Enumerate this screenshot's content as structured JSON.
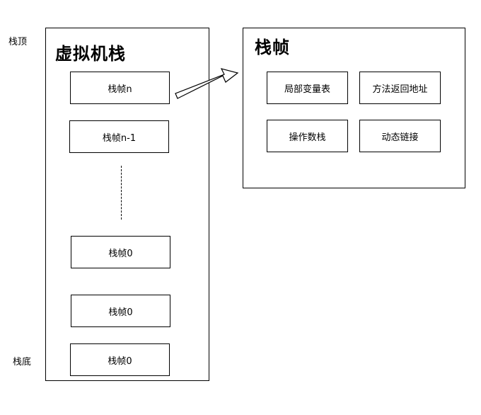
{
  "labels": {
    "stack_top": "栈顶",
    "stack_bottom": "栈底"
  },
  "vm_stack": {
    "title": "虚拟机栈",
    "frames": [
      "栈帧n",
      "栈帧n-1",
      "栈帧0",
      "栈帧0",
      "栈帧0"
    ]
  },
  "stack_frame": {
    "title": "栈帧",
    "parts": [
      "局部变量表",
      "方法返回地址",
      "操作数栈",
      "动态链接"
    ]
  },
  "colors": {
    "line": "#000000",
    "background": "#ffffff"
  }
}
